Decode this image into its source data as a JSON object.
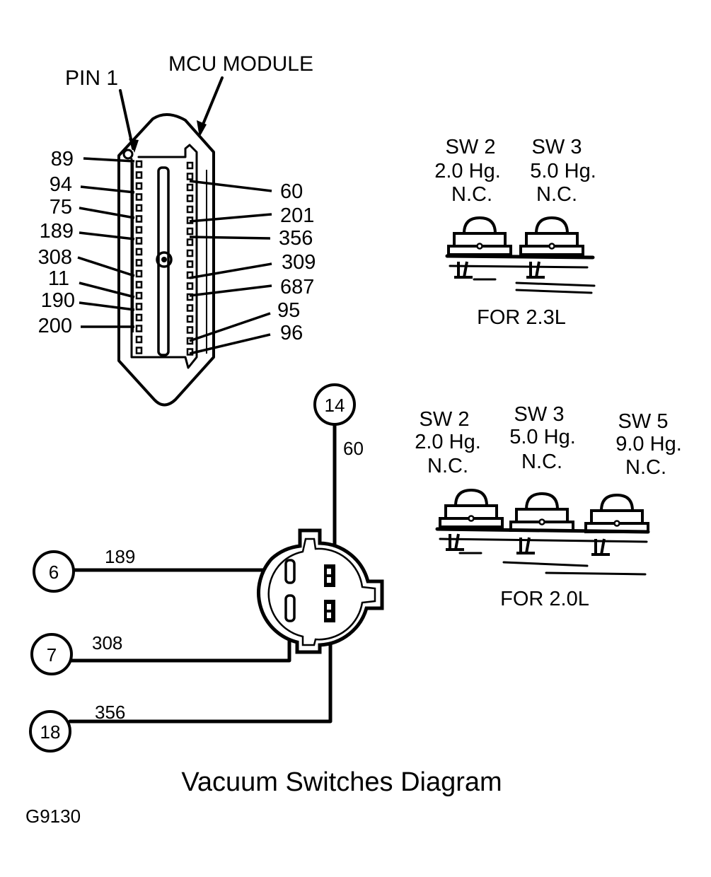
{
  "title": "Vacuum Switches Diagram",
  "figure_id": "G9130",
  "mcu_module": {
    "label": "MCU MODULE",
    "pin1_label": "PIN 1",
    "left_pins": [
      "89",
      "94",
      "75",
      "189",
      "308",
      "11",
      "190",
      "200"
    ],
    "right_pins": [
      "60",
      "201",
      "356",
      "309",
      "687",
      "95",
      "96"
    ]
  },
  "switch_group_23": {
    "caption": "FOR 2.3L",
    "switches": [
      {
        "name": "SW 2",
        "vacuum": "2.0 Hg.",
        "type": "N.C."
      },
      {
        "name": "SW 3",
        "vacuum": "5.0 Hg.",
        "type": "N.C."
      }
    ]
  },
  "switch_group_20": {
    "caption": "FOR 2.0L",
    "switches": [
      {
        "name": "SW 2",
        "vacuum": "2.0 Hg.",
        "type": "N.C."
      },
      {
        "name": "SW 3",
        "vacuum": "5.0 Hg.",
        "type": "N.C."
      },
      {
        "name": "SW 5",
        "vacuum": "9.0 Hg.",
        "type": "N.C."
      }
    ]
  },
  "connector": {
    "terminals": [
      {
        "id": "14",
        "wire": "60"
      },
      {
        "id": "6",
        "wire": "189"
      },
      {
        "id": "7",
        "wire": "308"
      },
      {
        "id": "18",
        "wire": "356"
      }
    ]
  }
}
